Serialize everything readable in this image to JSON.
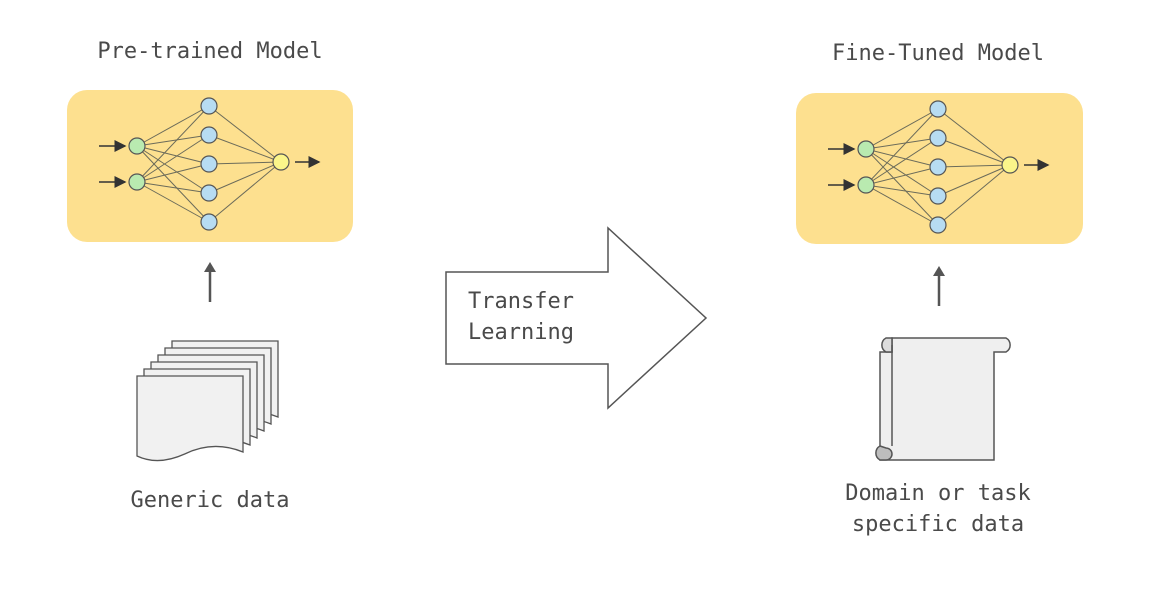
{
  "pretrained": {
    "title": "Pre-trained Model"
  },
  "finetuned": {
    "title": "Fine-Tuned Model"
  },
  "transfer": {
    "line1": "Transfer",
    "line2": "Learning"
  },
  "generic": {
    "label": "Generic data"
  },
  "domain": {
    "line1": "Domain or task",
    "line2": "specific data"
  },
  "network": {
    "inputs": 2,
    "hidden": 5,
    "outputs": 1
  },
  "colors": {
    "panel": "#fde08f",
    "input_node": "#b9eab0",
    "hidden_node": "#b7dcf2",
    "output_node": "#fbf58a",
    "stroke": "#555555",
    "text": "#4a4a4a",
    "doc_fill": "#f1f1f1"
  }
}
